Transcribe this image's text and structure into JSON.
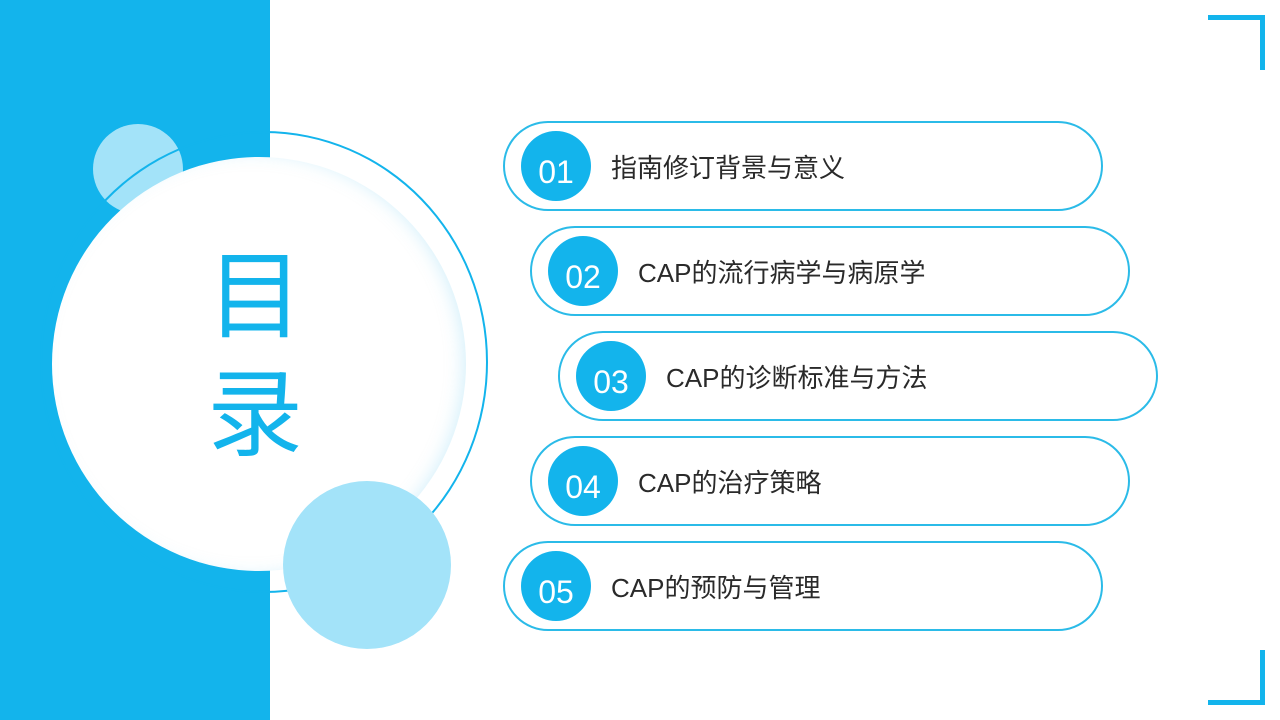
{
  "title": {
    "line1": "目",
    "line2": "录"
  },
  "colors": {
    "accent": "#13b4ec",
    "light_accent": "#a3e3f9",
    "text": "#2a2a2a"
  },
  "toc": [
    {
      "number": "01",
      "label": "指南修订背景与意义"
    },
    {
      "number": "02",
      "label": "CAP的流行病学与病原学"
    },
    {
      "number": "03",
      "label": "CAP的诊断标准与方法"
    },
    {
      "number": "04",
      "label": "CAP的治疗策略"
    },
    {
      "number": "05",
      "label": "CAP的预防与管理"
    }
  ]
}
